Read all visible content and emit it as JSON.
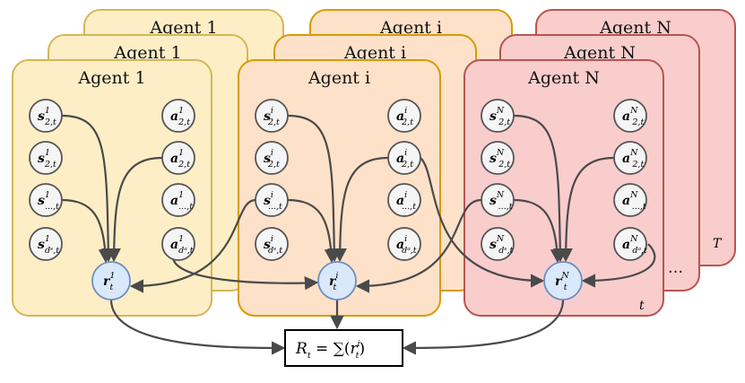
{
  "agents": [
    {
      "title": "Agent 1",
      "s_sup": "1",
      "a_sup": "1",
      "fill": "#fdeec6",
      "stroke": "#d6b656",
      "state_subs": [
        "2,t",
        "2,t",
        "...,t",
        "dˢ,t"
      ],
      "action_subs": [
        "2,t",
        "2,t",
        "...,t",
        "dᵃ,t"
      ],
      "reward_sup": "1"
    },
    {
      "title": "Agent i",
      "s_sup": "i",
      "a_sup": "i",
      "fill": "#fde1c9",
      "stroke": "#d79b00",
      "state_subs": [
        "2,t",
        "2,t",
        "...,t",
        "dˢ,t"
      ],
      "action_subs": [
        "2,t",
        "2,t",
        "...,t",
        "dᵃ,t"
      ],
      "reward_sup": "i"
    },
    {
      "title": "Agent N",
      "s_sup": "N",
      "a_sup": "N",
      "fill": "#f8cdcc",
      "stroke": "#b85450",
      "state_subs": [
        "2,t",
        "2,t",
        "...,t",
        "dˢ,t"
      ],
      "action_subs": [
        "2,t",
        "2,t",
        "...,t",
        "dᵃ,t"
      ],
      "reward_sup": "N"
    }
  ],
  "state_symbol": "s",
  "action_symbol": "a",
  "reward_symbol": "r",
  "reward_sub": "t",
  "time_label_t": "t",
  "time_label_T": "T",
  "ellipsis": "…",
  "aggregate": {
    "lhs": "R",
    "lhs_sub": "t",
    "rhs_prefix": " = ∑(",
    "r": "r",
    "r_sub": "t",
    "r_sup": "i",
    "rhs_suffix": ")"
  },
  "colors": {
    "node_fill": "#f5f5f5",
    "node_stroke": "#555555",
    "reward_fill": "#dae8fc",
    "reward_stroke": "#6c8ebf",
    "edge": "#4a4a4a"
  }
}
